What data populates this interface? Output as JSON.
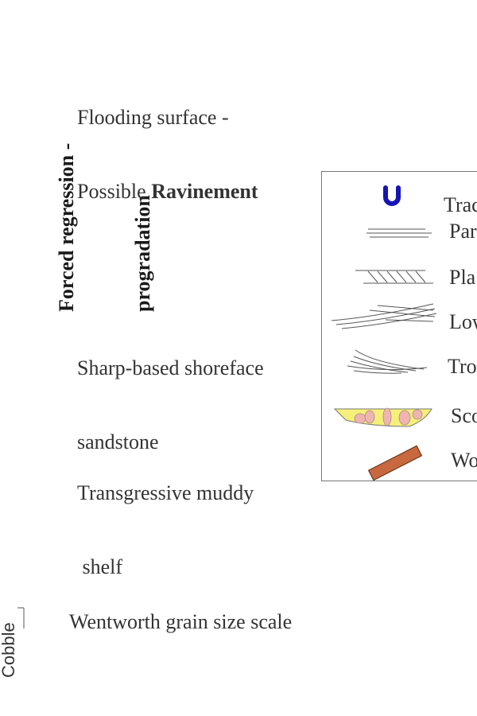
{
  "vertical_title": {
    "line1": "Forced regression -",
    "line2": "progradation"
  },
  "annotations": {
    "flooding_line1": "Flooding surface -",
    "flooding_line2_prefix": "Possible ",
    "flooding_line2_bold": "Ravinement",
    "shoreface_line1": "Sharp-based shoreface",
    "shoreface_line2": "sandstone",
    "shelf_line1": "Transgressive muddy",
    "shelf_line2": " shelf"
  },
  "legend": {
    "items": [
      {
        "symbol": "trace-fossil-icon",
        "label": "Trac"
      },
      {
        "symbol": "parallel-lamination-icon",
        "label": "Par"
      },
      {
        "symbol": "planar-cross-bedding-icon",
        "label": "Pla"
      },
      {
        "symbol": "low-angle-cross-bedding-icon",
        "label": "Low"
      },
      {
        "symbol": "trough-cross-bedding-icon",
        "label": "Tro"
      },
      {
        "symbol": "scour-lag-icon",
        "label": "Sco"
      },
      {
        "symbol": "wood-fragment-icon",
        "label": "Wo"
      }
    ],
    "colors": {
      "trace": "#1515b5",
      "scour_fill": "#f5f07a",
      "clast": "#f0b5b0",
      "wood": "#c7683e"
    }
  },
  "grain_scale": {
    "cobble_label": "Cobble",
    "caption": "Wentworth grain size scale"
  }
}
